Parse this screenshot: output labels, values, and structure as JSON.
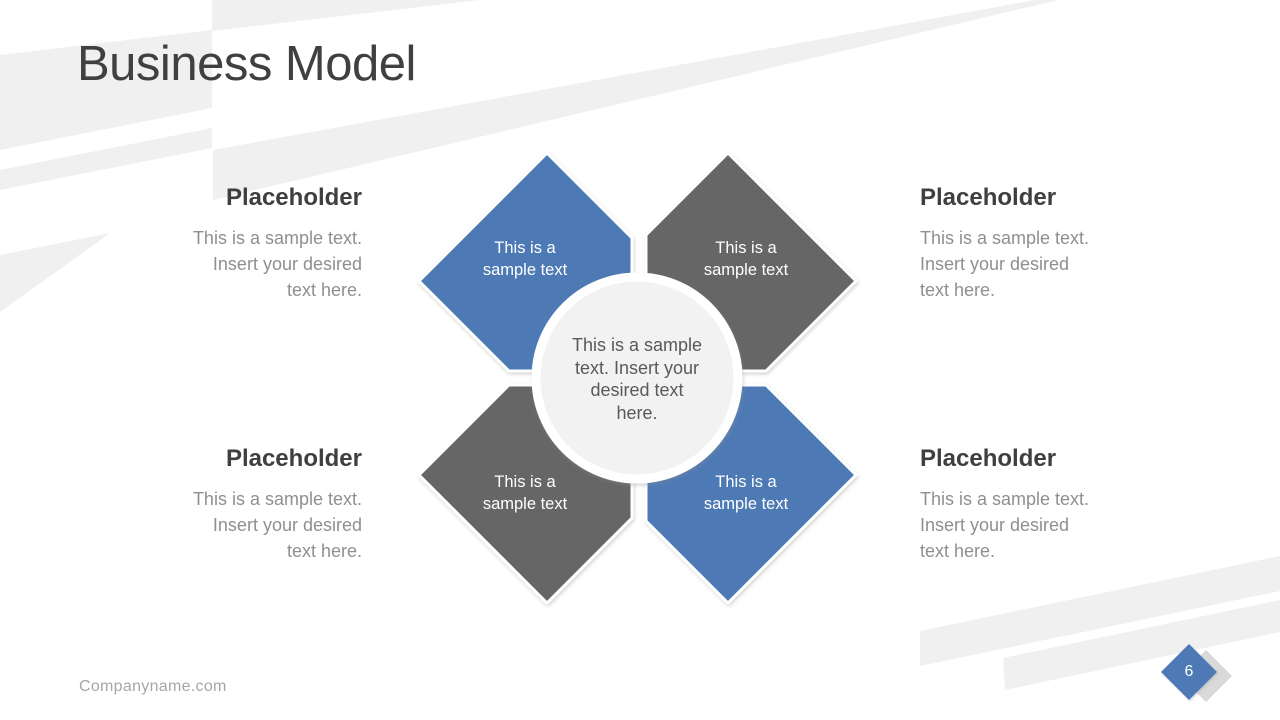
{
  "slide": {
    "title": "Business Model",
    "footer": "Companyname.com",
    "page_number": "6"
  },
  "colors": {
    "blue": "#4e7ab5",
    "gray": "#666666",
    "circle_fill": "#f2f2f2",
    "band": "#f0f0f0",
    "page_shadow": "#d9d9d9"
  },
  "diagram": {
    "center_lines": [
      "This is a sample",
      "text. Insert your",
      "desired text",
      "here."
    ],
    "nodes": [
      {
        "id": "top-left",
        "line1": "This is a",
        "line2": "sample text"
      },
      {
        "id": "top-right",
        "line1": "This is a",
        "line2": "sample text"
      },
      {
        "id": "bottom-left",
        "line1": "This is a",
        "line2": "sample text"
      },
      {
        "id": "bottom-right",
        "line1": "This is a",
        "line2": "sample text"
      }
    ]
  },
  "placeholders": [
    {
      "id": "top-left",
      "heading": "Placeholder",
      "lines": [
        "This is a sample text.",
        "Insert your desired",
        "text here."
      ]
    },
    {
      "id": "top-right",
      "heading": "Placeholder",
      "lines": [
        "This is a sample text.",
        "Insert your desired",
        "text here."
      ]
    },
    {
      "id": "bottom-left",
      "heading": "Placeholder",
      "lines": [
        "This is a sample text.",
        "Insert your desired",
        "text here."
      ]
    },
    {
      "id": "bottom-right",
      "heading": "Placeholder",
      "lines": [
        "This is a sample text.",
        "Insert your desired",
        "text here."
      ]
    }
  ]
}
